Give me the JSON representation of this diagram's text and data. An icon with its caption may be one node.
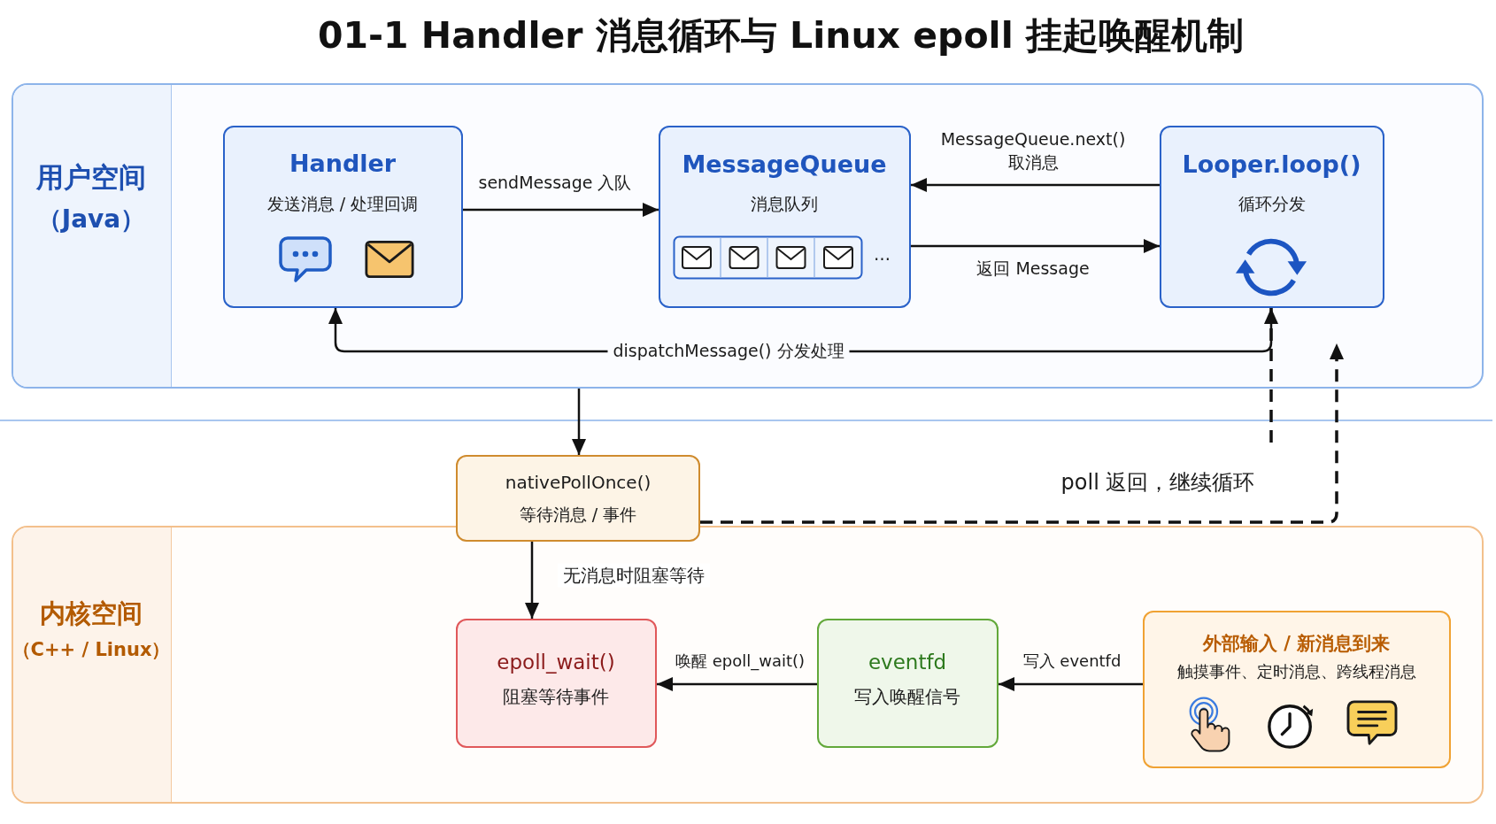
{
  "diagram": {
    "title": "01-1 Handler 消息循环与 Linux epoll 挂起唤醒机制",
    "nodes": [
      {
        "text": [
          "用户空间",
          "（Java）"
        ]
      },
      {
        "text": [
          "Handler",
          "发送消息 / 处理回调"
        ],
        "in": 0
      },
      {
        "text": [
          "MessageQueue",
          "消息队列",
          "…"
        ],
        "in": 0
      },
      {
        "text": [
          "Looper.loop()",
          "循环分发"
        ],
        "in": 0
      },
      {
        "text": [
          "nativePollOnce()",
          "等待消息 / 事件"
        ]
      },
      {
        "text": [
          "内核空间",
          "（C++ / Linux）"
        ]
      },
      {
        "text": [
          "epoll_wait()",
          "阻塞等待事件"
        ],
        "in": 5
      },
      {
        "text": [
          "eventfd",
          "写入唤醒信号"
        ],
        "in": 5
      },
      {
        "text": [
          "外部输入 / 新消息到来",
          "触摸事件、定时消息、跨线程消息"
        ],
        "in": 5
      }
    ],
    "edges": [
      {
        "from": 1,
        "to": 2,
        "arrow": "to",
        "label": "sendMessage 入队"
      },
      {
        "from": 3,
        "to": 2,
        "arrow": "to",
        "label": "MessageQueue.next() 取消息"
      },
      {
        "from": 2,
        "to": 3,
        "arrow": "to",
        "label": "返回 Message"
      },
      {
        "from": 3,
        "to": 1,
        "arrow": "to",
        "label": "dispatchMessage() 分发处理"
      },
      {
        "from": 0,
        "to": 4,
        "arrow": "to"
      },
      {
        "from": 4,
        "to": 3,
        "arrow": "to",
        "label": "poll 返回，继续循环",
        "style": "dashed"
      },
      {
        "from": null,
        "to": 3,
        "arrow": "to",
        "style": "dashed"
      },
      {
        "from": 4,
        "to": 6,
        "arrow": "to",
        "label": "无消息时阻塞等待"
      },
      {
        "from": 7,
        "to": 6,
        "arrow": "to",
        "label": "唤醒 epoll_wait()"
      },
      {
        "from": 8,
        "to": 7,
        "arrow": "to",
        "label": "写入 eventfd"
      }
    ]
  }
}
